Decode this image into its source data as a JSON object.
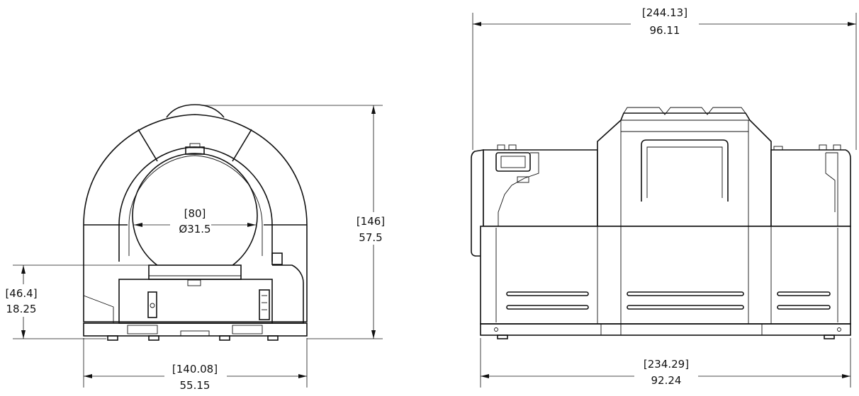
{
  "front_view": {
    "bore": {
      "metric": "[80]",
      "imperial": "Ø31.5"
    },
    "height": {
      "metric": "[146]",
      "imperial": "57.5"
    },
    "table_height": {
      "metric": "[46.4]",
      "imperial": "18.25"
    },
    "width": {
      "metric": "[140.08]",
      "imperial": "55.15"
    }
  },
  "side_view": {
    "overall_length": {
      "metric": "[244.13]",
      "imperial": "96.11"
    },
    "base_length": {
      "metric": "[234.29]",
      "imperial": "92.24"
    }
  },
  "colors": {
    "line": "#111111",
    "background": "#ffffff"
  }
}
